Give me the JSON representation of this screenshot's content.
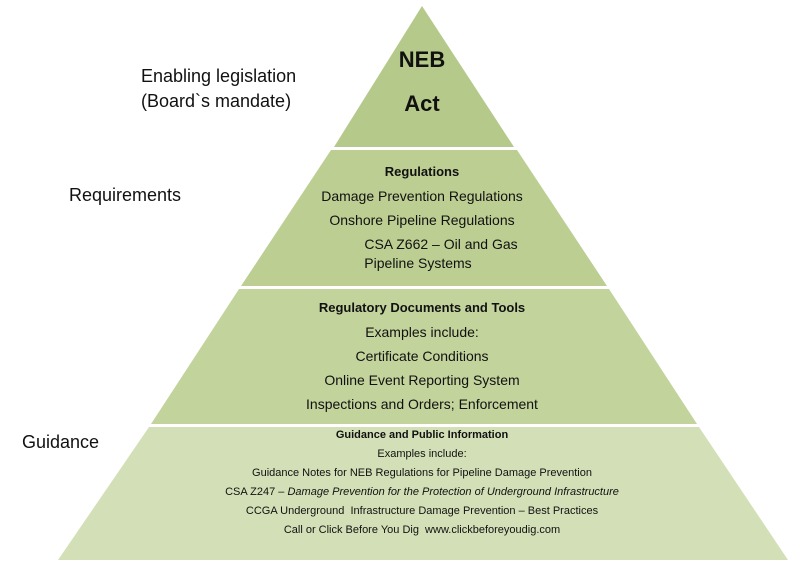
{
  "side_labels": {
    "legislation_line1": "Enabling legislation",
    "legislation_line2": "(Board`s mandate)",
    "requirements": "Requirements",
    "guidance": "Guidance"
  },
  "colors": {
    "tier_fill_dark": "#b5c98a",
    "tier_fill_mid": "#c2d39c",
    "tier_fill_light": "#d3e0b7",
    "separator": "#ffffff"
  },
  "tiers": {
    "act": {
      "line1": "NEB",
      "line2": "Act"
    },
    "regulations": {
      "title": "Regulations",
      "items": [
        "Damage Prevention Regulations",
        "Onshore Pipeline Regulations",
        "CSA Z662 – Oil and Gas",
        "Pipeline Systems"
      ]
    },
    "regulatory_documents": {
      "title": "Regulatory Documents and Tools",
      "items": [
        "Examples include:",
        "Certificate Conditions",
        "Online Event Reporting System",
        "Inspections and Orders; Enforcement"
      ]
    },
    "guidance": {
      "title": "Guidance and Public Information",
      "items": [
        "Examples include:",
        "Guidance Notes for NEB Regulations for Pipeline Damage Prevention"
      ],
      "csa_prefix": "CSA Z247 – ",
      "csa_title": "Damage Prevention for the Protection of Underground Infrastructure",
      "items_after": [
        "CCGA Underground  Infrastructure Damage Prevention – Best Practices",
        "Call or Click Before You Dig  www.clickbeforeyoudig.com"
      ]
    }
  }
}
